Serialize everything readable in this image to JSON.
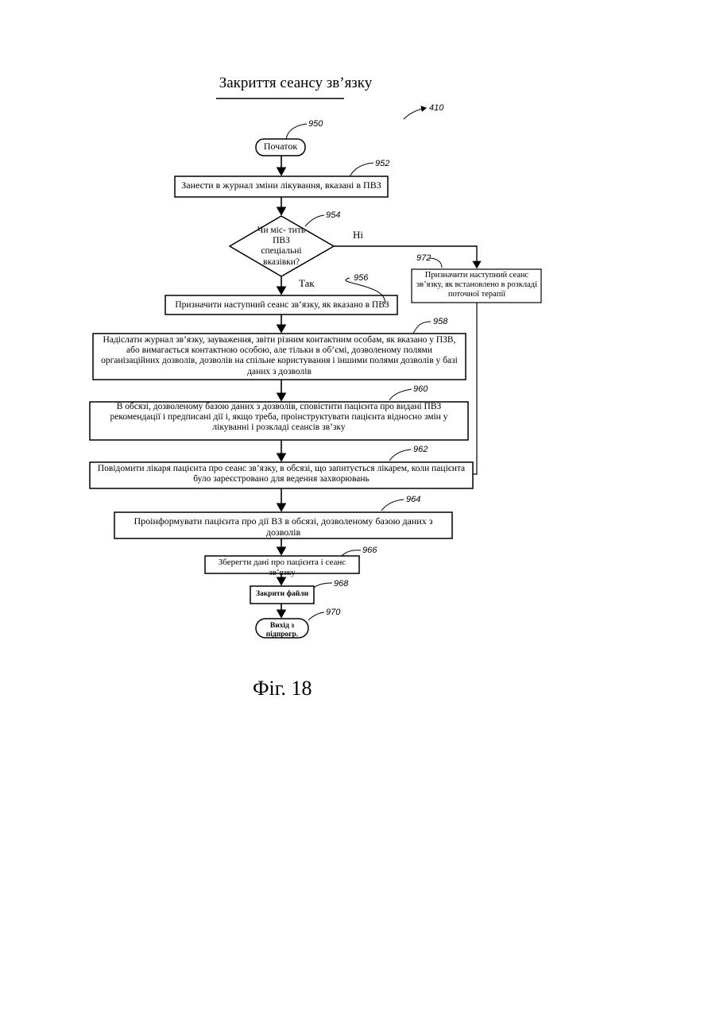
{
  "title": "Закриття сеансу зв’язку",
  "figure_caption": "Фіг. 18",
  "diagram_ref": "410",
  "nodes": {
    "start": {
      "ref": "950",
      "text": "Початок"
    },
    "n952": {
      "ref": "952",
      "text": "Занести в журнал зміни лікування, вказані в ПВЗ"
    },
    "n954": {
      "ref": "954",
      "text": "Чи міс- тить ПВЗ спеціальні вказівки?"
    },
    "n956": {
      "ref": "956",
      "text": "Призначити наступний сеанс зв’язку, як вказано в ПВЗ"
    },
    "n972": {
      "ref": "972",
      "text": "Призначити наступний сеанс зв’язку, як встановлено в розкладі поточної терапії"
    },
    "n958": {
      "ref": "958",
      "text": "Надіслати журнал зв’язку, зауваження, звіти різним контактним особам, як вказано у ПЗВ, або вимагається контактною особою, але тільки в об’ємі, дозволеному полями організаційних дозволів, дозволів на спільне користування і іншими полями дозволів у базі даних з дозволів"
    },
    "n960": {
      "ref": "960",
      "text": "В обсязі, дозволеному базою даних з дозволів, сповістити пацієнта про видані ПВЗ рекомендації і предписані дії і, якщо треба, проінструктувати пацієнта відносно змін у лікуванні і розкладі сеансів зв’зку"
    },
    "n962": {
      "ref": "962",
      "text": "Повідомити лікаря пацієнта про сеанс зв’язку, в обсязі, що запитується лікарем, коли пацієнта було зареєстровано для ведення захворювань"
    },
    "n964": {
      "ref": "964",
      "text": "Проінформувати пацієнта про дії ВЗ в обсязі, дозволеному базою даних з дозволів"
    },
    "n966": {
      "ref": "966",
      "text": "Зберегти дані про пацієнта і сеанс зв’язку"
    },
    "n968": {
      "ref": "968",
      "text": "Закрити файли"
    },
    "end": {
      "ref": "970",
      "text": "Вихід з підпрогр."
    }
  },
  "branch_labels": {
    "yes": "Так",
    "no": "Ні"
  }
}
